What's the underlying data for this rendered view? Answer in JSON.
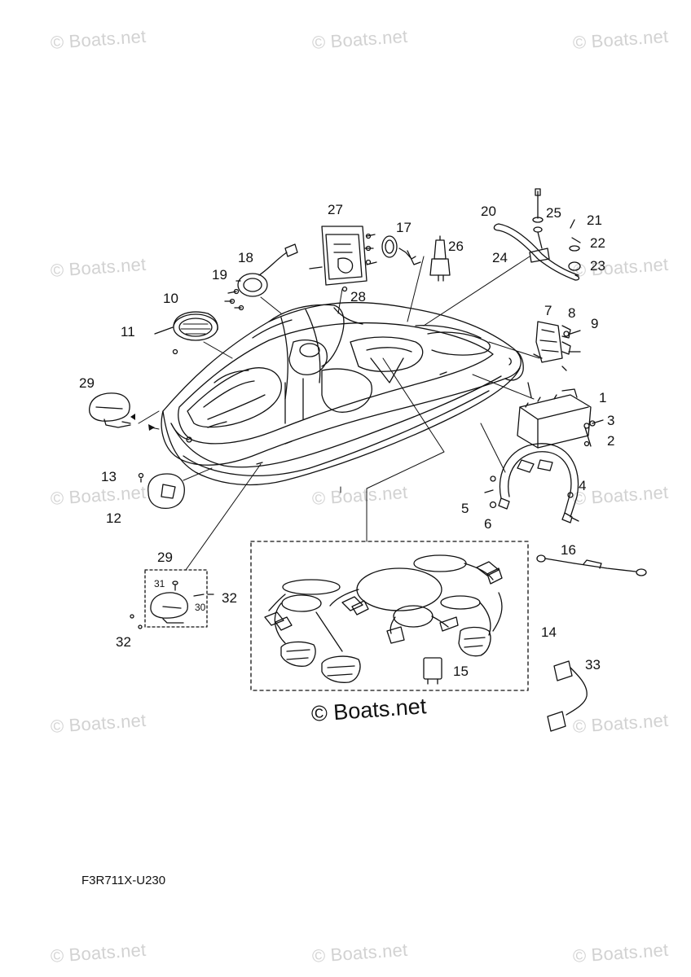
{
  "watermark_text": "© Boats.net",
  "center_credit": "© Boats.net",
  "document_code": "F3R711X-U230",
  "callouts": [
    {
      "id": "p1",
      "label": "1"
    },
    {
      "id": "p2",
      "label": "2"
    },
    {
      "id": "p3",
      "label": "3"
    },
    {
      "id": "p4",
      "label": "4"
    },
    {
      "id": "p5",
      "label": "5"
    },
    {
      "id": "p6",
      "label": "6"
    },
    {
      "id": "p7",
      "label": "7"
    },
    {
      "id": "p8",
      "label": "8"
    },
    {
      "id": "p9",
      "label": "9"
    },
    {
      "id": "p10",
      "label": "10"
    },
    {
      "id": "p11",
      "label": "11"
    },
    {
      "id": "p12",
      "label": "12"
    },
    {
      "id": "p13",
      "label": "13"
    },
    {
      "id": "p14",
      "label": "14"
    },
    {
      "id": "p15",
      "label": "15"
    },
    {
      "id": "p16",
      "label": "16"
    },
    {
      "id": "p17",
      "label": "17"
    },
    {
      "id": "p18",
      "label": "18"
    },
    {
      "id": "p19",
      "label": "19"
    },
    {
      "id": "p20",
      "label": "20"
    },
    {
      "id": "p21",
      "label": "21"
    },
    {
      "id": "p22",
      "label": "22"
    },
    {
      "id": "p23",
      "label": "23"
    },
    {
      "id": "p24",
      "label": "24"
    },
    {
      "id": "p25",
      "label": "25"
    },
    {
      "id": "p26",
      "label": "26"
    },
    {
      "id": "p27",
      "label": "27"
    },
    {
      "id": "p28",
      "label": "28"
    },
    {
      "id": "p29a",
      "label": "29"
    },
    {
      "id": "p29b",
      "label": "29"
    },
    {
      "id": "p30",
      "label": "30"
    },
    {
      "id": "p31",
      "label": "31"
    },
    {
      "id": "p32a",
      "label": "32"
    },
    {
      "id": "p32b",
      "label": "32"
    },
    {
      "id": "p33",
      "label": "33"
    }
  ]
}
